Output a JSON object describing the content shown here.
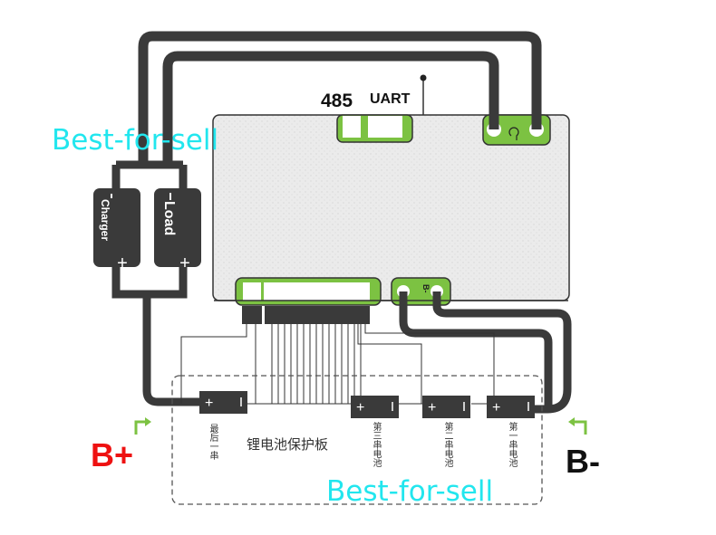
{
  "title": "BMS wiring diagram",
  "board": {
    "port_485_label": "485",
    "port_uart_label": "UART",
    "b_minus_port_label": "B-"
  },
  "devices": {
    "charger_label": "Charger",
    "load_label": "Load",
    "plus_symbol": "+",
    "minus_symbol": "I"
  },
  "pack": {
    "title": "锂电池保护板",
    "cells": [
      {
        "label": "最后一串"
      },
      {
        "label": "第三串电池"
      },
      {
        "label": "第二串电池"
      },
      {
        "label": "第一串电池"
      }
    ]
  },
  "terminals": {
    "b_plus": "B+",
    "b_minus": "B-"
  },
  "watermarks": [
    "Best-for-sell",
    "Best-for-sell"
  ],
  "colors": {
    "wire": "#3a3a3a",
    "pcb_green": "#7cc242",
    "board": "#ececec",
    "b_plus": "#ee1111",
    "watermark": "#22e6ee",
    "arrow": "#7cc242"
  }
}
